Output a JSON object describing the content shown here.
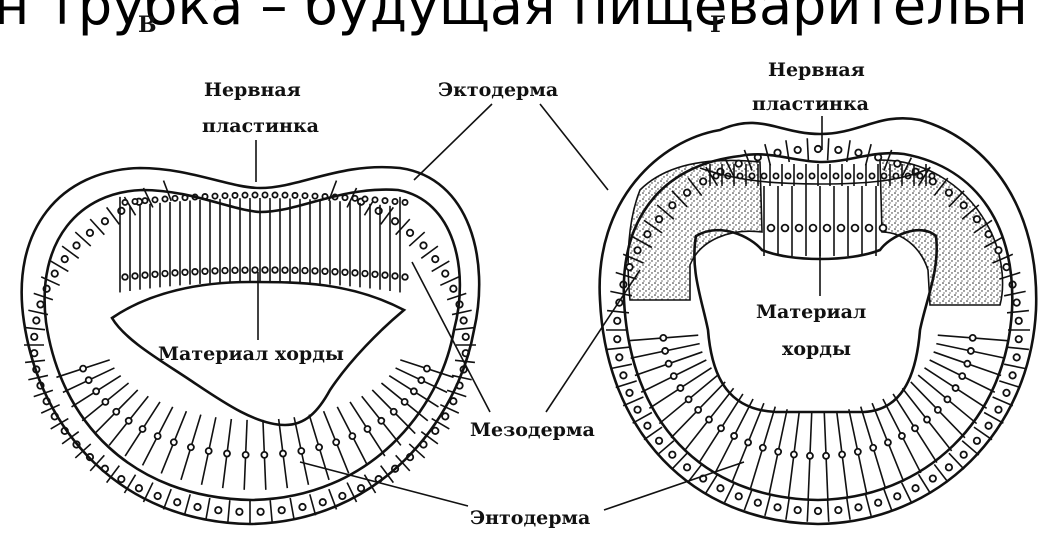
{
  "header": {
    "text": "н трубка – будущая пищеварительн"
  },
  "panels": [
    {
      "letter": "В",
      "labels": {
        "neural_plate": [
          "Нервная",
          "пластинка"
        ],
        "chorda": "Материал хорды"
      }
    },
    {
      "letter": "Г",
      "labels": {
        "neural_plate": [
          "Нервная",
          "пластинка"
        ],
        "chorda": [
          "Материал",
          "хорды"
        ]
      }
    }
  ],
  "shared_labels": {
    "ectoderm": "Эктодерма",
    "mesoderm": "Мезодерма",
    "endoderm": "Энтодерма"
  }
}
